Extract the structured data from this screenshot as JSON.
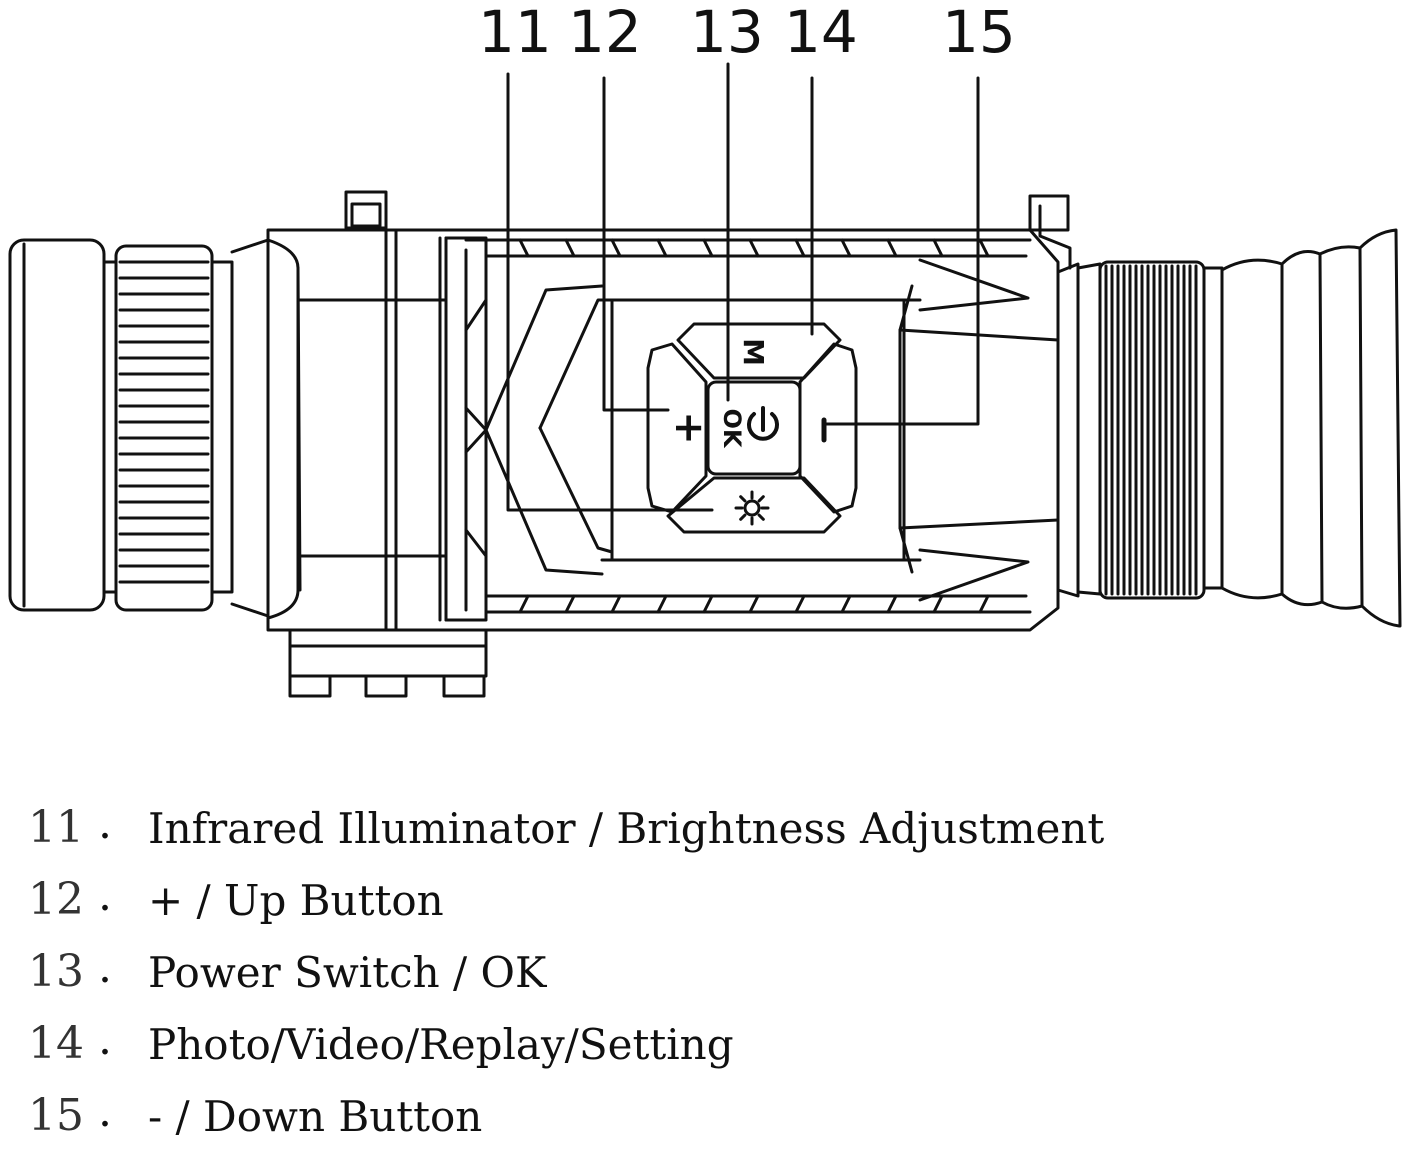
{
  "callouts": [
    {
      "num": "11"
    },
    {
      "num": "12"
    },
    {
      "num": "13"
    },
    {
      "num": "14"
    },
    {
      "num": "15"
    }
  ],
  "buttons": {
    "ok_label": "OK",
    "menu_label": "M",
    "plus_label": "+",
    "minus_label": "−"
  },
  "legend": [
    {
      "num": "11",
      "dot": ".",
      "text": "Infrared Illuminator / Brightness Adjustment"
    },
    {
      "num": "12",
      "dot": ".",
      "text": "+ / Up Button"
    },
    {
      "num": "13",
      "dot": ".",
      "text": "Power Switch / OK"
    },
    {
      "num": "14",
      "dot": ".",
      "text": "Photo/Video/Replay/Setting"
    },
    {
      "num": "15",
      "dot": ".",
      "text": "- / Down Button"
    }
  ],
  "icons": {
    "power": "power-icon",
    "brightness": "sun-icon"
  },
  "colors": {
    "line": "#111111",
    "background": "#ffffff"
  }
}
